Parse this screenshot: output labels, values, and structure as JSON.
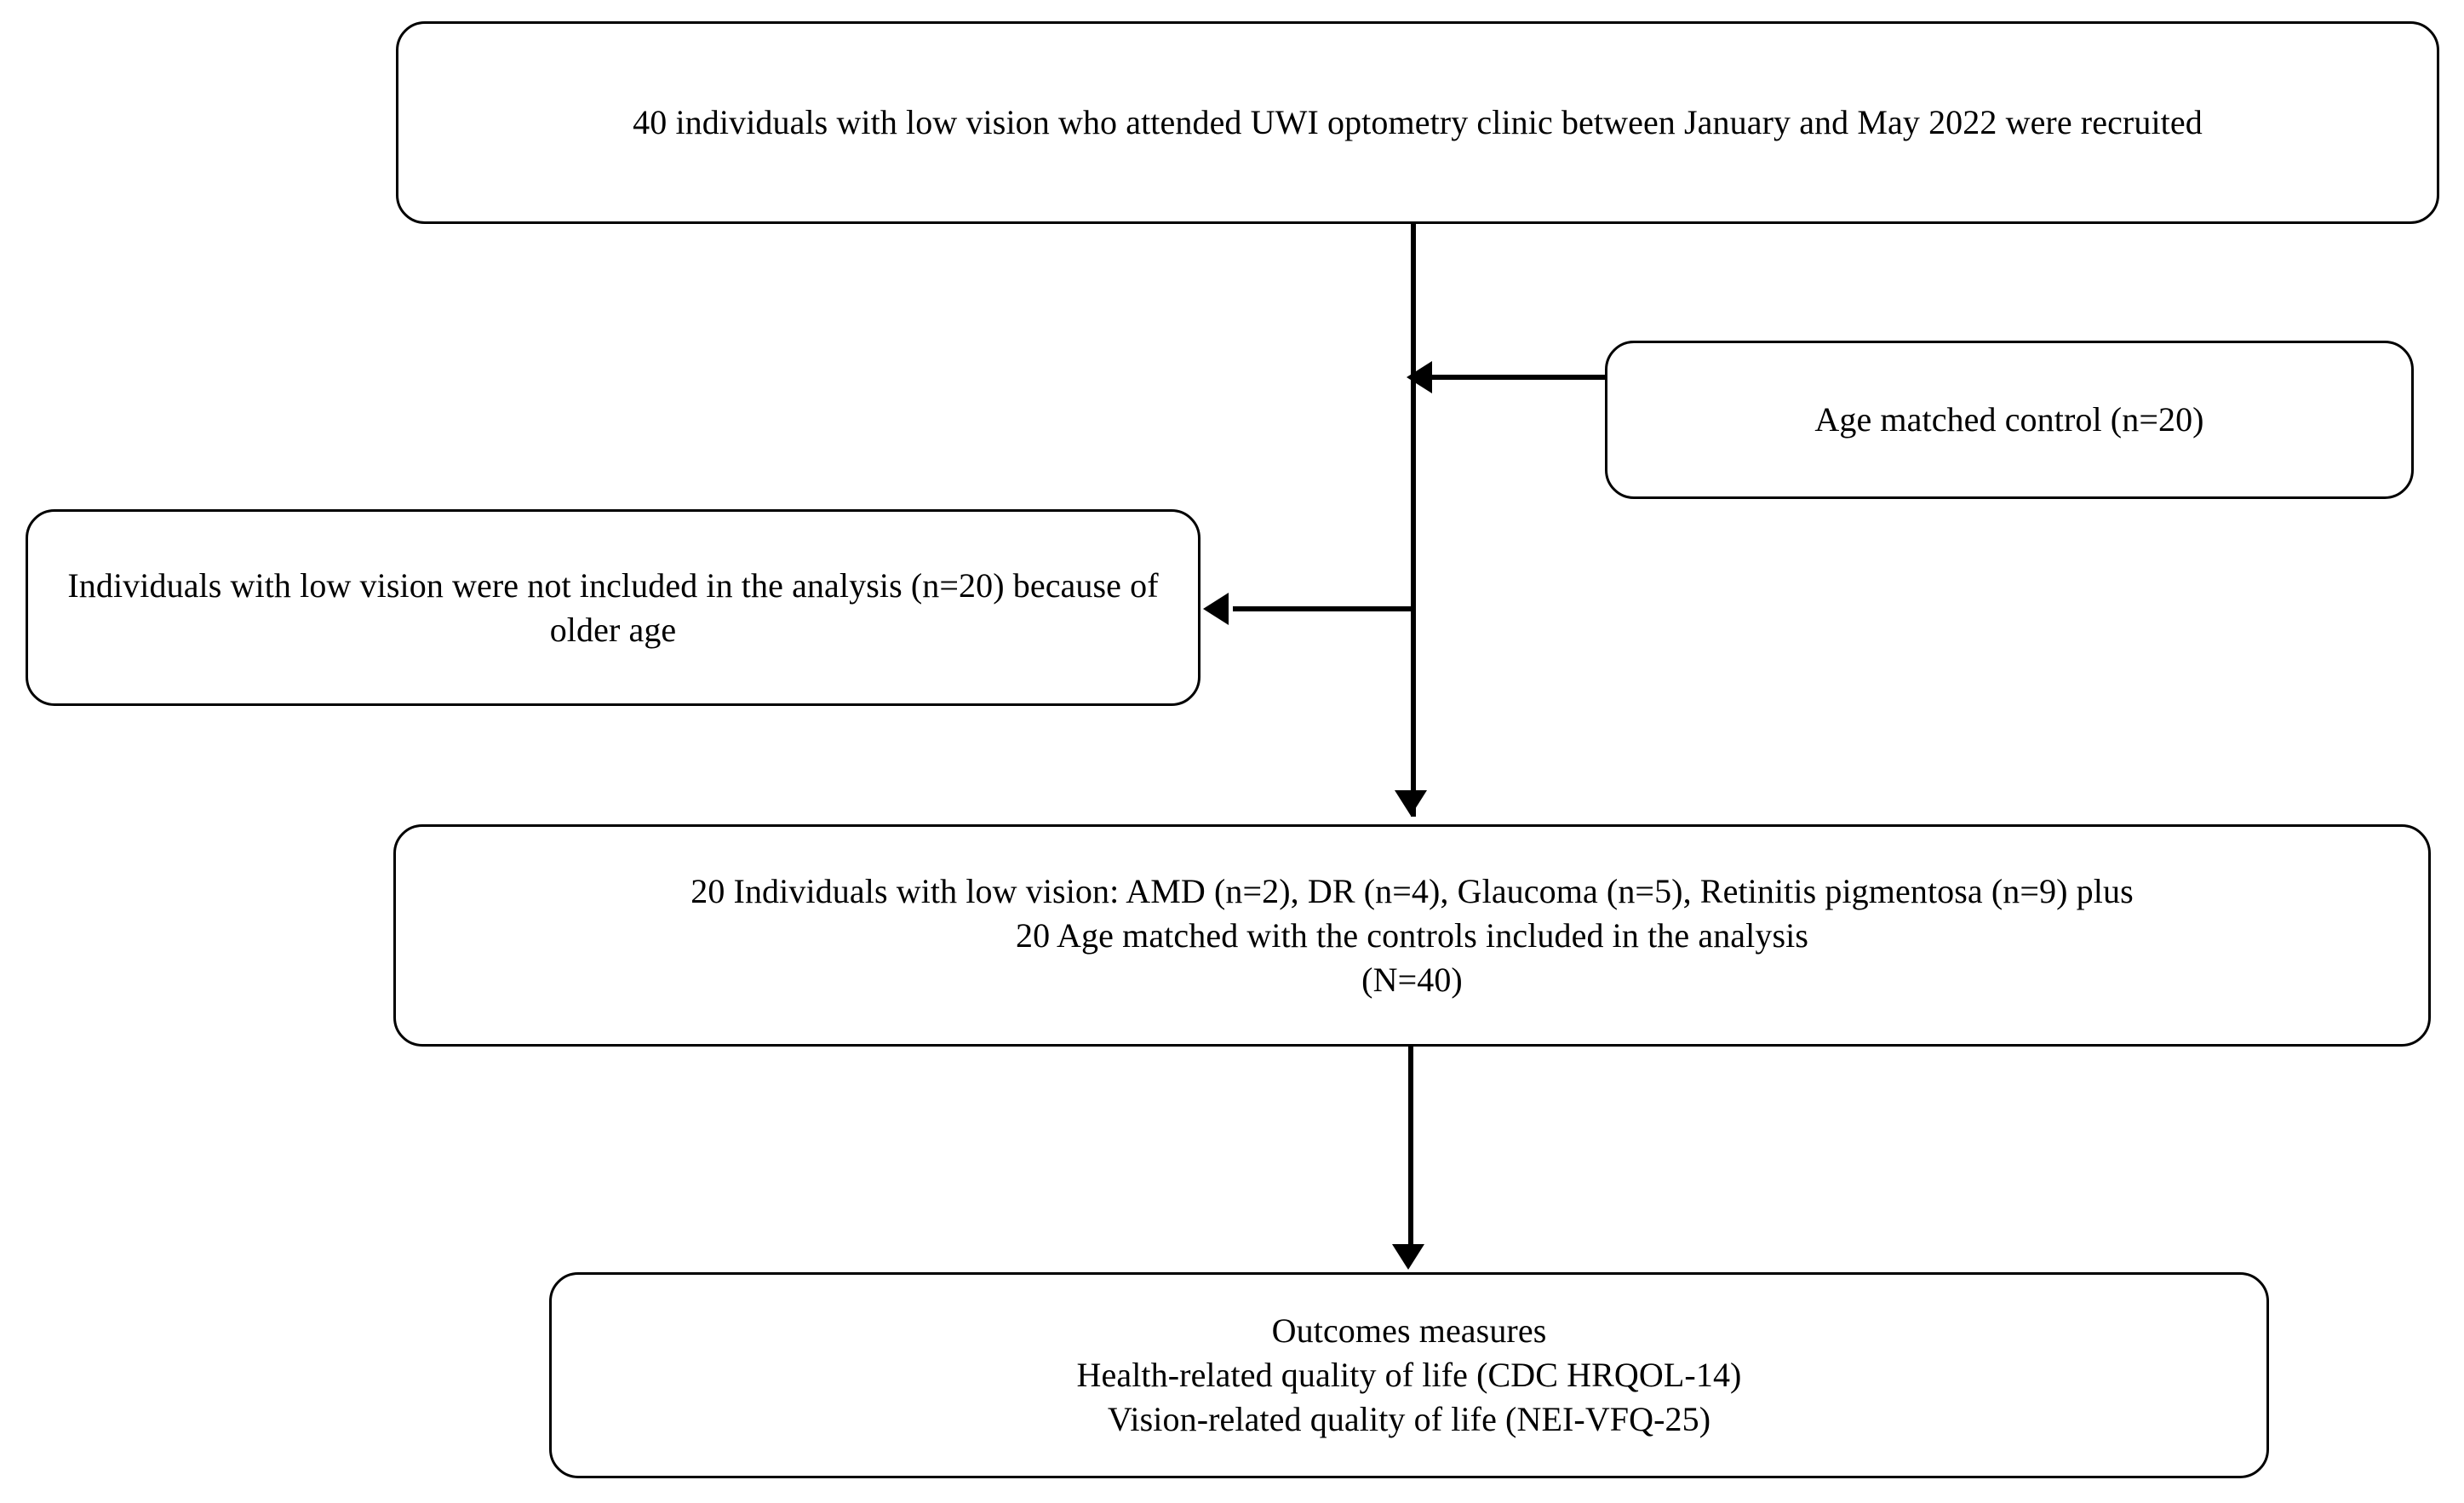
{
  "diagram": {
    "type": "flowchart",
    "title": "Study participant flow diagram",
    "orientation": "top-to-bottom",
    "colors": {
      "stroke": "#000000",
      "fill": "#ffffff",
      "text": "#000000"
    },
    "nodes": [
      {
        "id": "recruited",
        "shape": "rounded-rectangle",
        "text": "40 individuals with low vision who attended UWI optometry clinic between January and May 2022 were recruited"
      },
      {
        "id": "control",
        "shape": "rounded-rectangle",
        "text": "Age matched control (n=20)"
      },
      {
        "id": "excluded",
        "shape": "rounded-rectangle",
        "text": "Individuals with low vision were not included in the analysis (n=20) because of older age"
      },
      {
        "id": "analysis",
        "shape": "rounded-rectangle",
        "text": "20 Individuals with low vision: AMD  (n=2), DR  (n=4), Glaucoma (n=5), Retinitis pigmentosa (n=9) plus\n20 Age matched with the controls included in the analysis\n(N=40)"
      },
      {
        "id": "outcomes",
        "shape": "rounded-rectangle",
        "text": "Outcomes measures\nHealth-related quality of life (CDC  HRQOL-14)\nVision-related quality of life (NEI-VFQ-25)"
      }
    ],
    "edges": [
      {
        "id": "main-spine",
        "from": "recruited",
        "to": "analysis",
        "direction": "down"
      },
      {
        "id": "control-join",
        "from": "control",
        "to": "main-spine",
        "direction": "left"
      },
      {
        "id": "excluded-out",
        "from": "main-spine",
        "to": "excluded",
        "direction": "left"
      },
      {
        "id": "outcomes-arm",
        "from": "analysis",
        "to": "outcomes",
        "direction": "down"
      }
    ]
  }
}
